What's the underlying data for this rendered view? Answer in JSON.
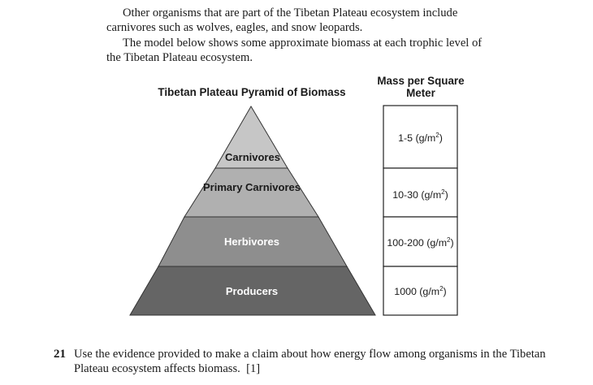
{
  "intro": {
    "paragraph1": "Other organisms that are part of the Tibetan Plateau ecosystem include carnivores such as wolves, eagles, and snow leopards.",
    "paragraph2": "The model below shows some approximate biomass at each trophic level of the Tibetan Plateau ecosystem."
  },
  "pyramid": {
    "title": "Tibetan Plateau Pyramid of Biomass",
    "mass_header": "Mass per Square Meter",
    "tiers": [
      {
        "label": "Carnivores",
        "mass": "1-5 (g/m",
        "mass_exp": "2",
        "mass_close": ")",
        "color": "#c6c6c6"
      },
      {
        "label": "Primary Carnivores",
        "mass": "10-30 (g/m",
        "mass_exp": "2",
        "mass_close": ")",
        "color": "#b0b0b0"
      },
      {
        "label": "Herbivores",
        "mass": "100-200 (g/m",
        "mass_exp": "2",
        "mass_close": ")",
        "color": "#8e8e8e"
      },
      {
        "label": "Producers",
        "mass": "1000 (g/m",
        "mass_exp": "2",
        "mass_close": ")",
        "color": "#656565"
      }
    ]
  },
  "question": {
    "number": "21",
    "text": "Use the evidence provided to make a claim about how energy flow among organisms in the Tibetan Plateau ecosystem affects biomass.",
    "points": "[1]"
  }
}
